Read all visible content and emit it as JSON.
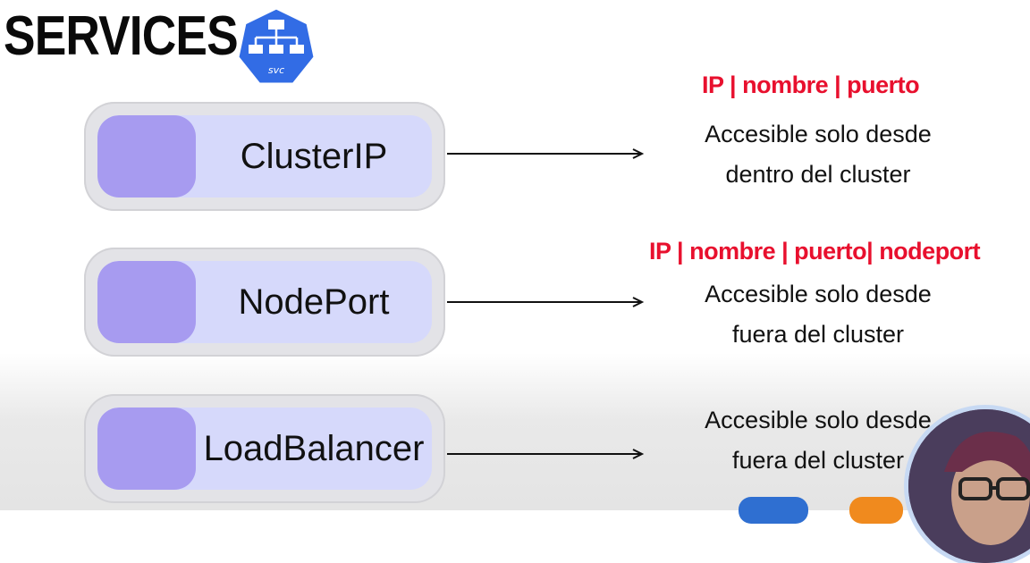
{
  "title": "SERVICES",
  "icon": {
    "name": "kubernetes-svc-icon",
    "label": "svc",
    "color": "#326ce5"
  },
  "services": [
    {
      "name": "ClusterIP",
      "properties": "IP | nombre | puerto",
      "description_line1": "Accesible solo desde",
      "description_line2": "dentro del cluster"
    },
    {
      "name": "NodePort",
      "properties": "IP | nombre | puerto| nodeport",
      "description_line1": "Accesible solo desde",
      "description_line2": "fuera del cluster"
    },
    {
      "name": "LoadBalancer",
      "description_line1": "Accesible solo desde",
      "description_line2": "fuera del cluster"
    }
  ],
  "colors": {
    "accent_purple": "#a79bf0",
    "pill_fill": "#d6d9fb",
    "highlight_red": "#e8102e"
  }
}
